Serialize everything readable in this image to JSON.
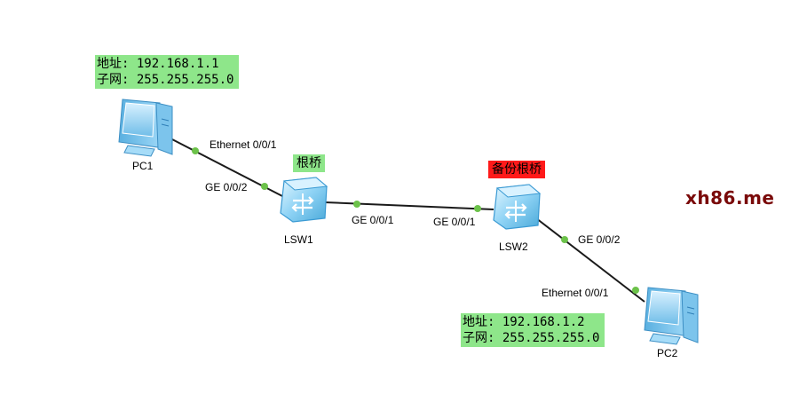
{
  "devices": {
    "pc1": {
      "name": "PC1"
    },
    "pc2": {
      "name": "PC2"
    },
    "lsw1": {
      "name": "LSW1",
      "role_label": "根桥",
      "role_color": "#8ee68a"
    },
    "lsw2": {
      "name": "LSW2",
      "role_label": "备份根桥",
      "role_color": "#ff1a1a"
    }
  },
  "pc1_config": {
    "addr_line": "地址: 192.168.1.1",
    "mask_line": "子网: 255.255.255.0"
  },
  "pc2_config": {
    "addr_line": "地址: 192.168.1.2",
    "mask_line": "子网: 255.255.255.0"
  },
  "links": [
    {
      "from": "PC1",
      "from_port": "Ethernet 0/0/1",
      "to": "LSW1",
      "to_port": "GE 0/0/2"
    },
    {
      "from": "LSW1",
      "from_port": "GE 0/0/1",
      "to": "LSW2",
      "to_port": "GE 0/0/1"
    },
    {
      "from": "LSW2",
      "from_port": "GE 0/0/2",
      "to": "PC2",
      "to_port": "Ethernet 0/0/1"
    }
  ],
  "watermark": "xh86.me",
  "colors": {
    "link": "#1a1a1a",
    "port_dot": "#6cc24a",
    "note_bg": "#8ee68a"
  },
  "icons": {
    "pc": "pc-icon",
    "switch": "switch-icon"
  }
}
